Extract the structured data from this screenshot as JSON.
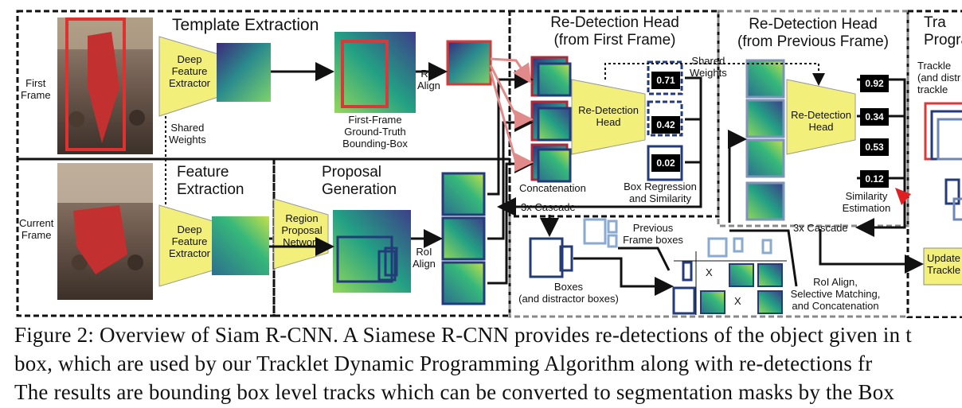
{
  "figure": {
    "sections": {
      "template_extraction": "Template Extraction",
      "feature_extraction": "Feature\nExtraction",
      "proposal_generation": "Proposal\nGeneration",
      "redet_first": "Re-Detection Head\n(from First Frame)",
      "redet_prev": "Re-Detection Head\n(from Previous Frame)",
      "tracklet_partial": "Tra\nProgra"
    },
    "labels": {
      "first_frame": "First\nFrame",
      "current_frame": "Current\nFrame",
      "deep_feature_extractor": "Deep\nFeature\nExtractor",
      "shared_weights": "Shared\nWeights",
      "roi_align": "RoI\nAlign",
      "first_frame_gt": "First-Frame\nGround-Truth\nBounding-Box",
      "region_proposal_network": "Region\nProposal\nNetwork",
      "redetection_head": "Re-Detection\nHead",
      "concatenation": "Concatenation",
      "box_regression": "Box Regression\nand Similarity",
      "cascade": "3x Cascade",
      "previous_frame_boxes": "Previous\nFrame boxes",
      "boxes_distractor": "Boxes\n(and distractor boxes)",
      "roi_align_selective": "RoI Align,\nSelective Matching,\nand Concatenation",
      "similarity_estimation": "Similarity\nEstimation",
      "tracklets_partial": "Trackle\n(and distr\ntrackle",
      "update_partial": "Update\nTrackle",
      "x_mark": "X"
    },
    "scores_first": [
      "0.71",
      "0.42",
      "0.02"
    ],
    "scores_prev": [
      "0.92",
      "0.34",
      "0.53",
      "0.12"
    ]
  },
  "caption": {
    "line1": "Figure 2: Overview of Siam R-CNN. A Siamese R-CNN provides re-detections of the object given in t",
    "line2": "box, which are used by our Tracklet Dynamic Programming Algorithm along with re-detections fr",
    "line3": "The results are bounding box level tracks which can be converted to segmentation masks by the Box"
  },
  "colors": {
    "trapezoid_fill": "#f2ef7a",
    "feature_dark": "#3b2b7a",
    "feature_mid": "#2a8a8c",
    "feature_light": "#6ad06a",
    "box_blue": "#243b7a",
    "gt_red": "#d83a3a",
    "score_bg": "#000000",
    "arrow_red": "#e02020"
  }
}
